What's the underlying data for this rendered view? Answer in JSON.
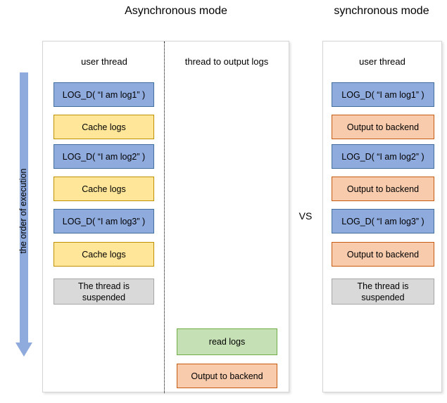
{
  "titles": {
    "async": "Asynchronous\nmode",
    "sync": "synchronous\nmode",
    "vs": "VS"
  },
  "order_arrow": {
    "label": "the order of execution",
    "color": "#8FAADC",
    "direction": "down"
  },
  "async_panel": {
    "columns": [
      {
        "header": "user thread",
        "steps": [
          {
            "label": "LOG_D( “I am log1” )",
            "color": "blue"
          },
          {
            "label": "Cache logs",
            "color": "yellow"
          },
          {
            "label": "LOG_D( “I am log2” )",
            "color": "blue"
          },
          {
            "label": "Cache logs",
            "color": "yellow"
          },
          {
            "label": "LOG_D( “I am log3” )",
            "color": "blue"
          },
          {
            "label": "Cache logs",
            "color": "yellow"
          },
          {
            "label": "The thread is\nsuspended",
            "color": "gray"
          }
        ]
      },
      {
        "header": "thread to output logs",
        "steps": [
          {
            "label": "read logs",
            "color": "green"
          },
          {
            "label": "Output to backend",
            "color": "orange"
          }
        ]
      }
    ]
  },
  "sync_panel": {
    "columns": [
      {
        "header": "user thread",
        "steps": [
          {
            "label": "LOG_D( “I am log1” )",
            "color": "blue"
          },
          {
            "label": "Output to backend",
            "color": "orange"
          },
          {
            "label": "LOG_D( “I am log2” )",
            "color": "blue"
          },
          {
            "label": "Output to backend",
            "color": "orange"
          },
          {
            "label": "LOG_D( “I am log3” )",
            "color": "blue"
          },
          {
            "label": "Output to backend",
            "color": "orange"
          },
          {
            "label": "The thread is\nsuspended",
            "color": "gray"
          }
        ]
      }
    ]
  },
  "palette": {
    "blue_fill": "#8FAADC",
    "blue_border": "#41719C",
    "yellow_fill": "#FFE699",
    "yellow_border": "#BF9000",
    "orange_fill": "#F8CBAD",
    "orange_border": "#C55A11",
    "green_fill": "#C5E0B4",
    "green_border": "#70AD47",
    "gray_fill": "#D9D9D9",
    "gray_border": "#A6A6A6"
  }
}
